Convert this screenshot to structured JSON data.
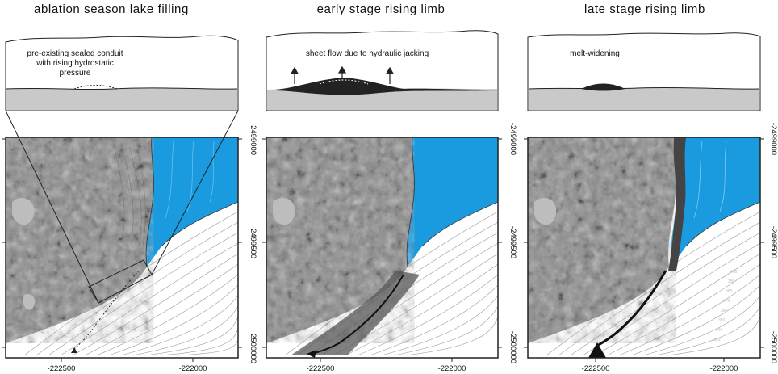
{
  "panels": [
    {
      "title": "ablation season lake filling",
      "annotation": [
        "pre-existing sealed conduit",
        "with rising hydrostatic",
        "pressure"
      ]
    },
    {
      "title": "early stage rising limb",
      "annotation": [
        "sheet flow due to hydraulic jacking"
      ]
    },
    {
      "title": "late stage rising limb",
      "annotation": [
        "melt-widening"
      ]
    }
  ],
  "axes": {
    "x_ticks": [
      "-222500",
      "-222000"
    ],
    "y_ticks": [
      "-2499000",
      "-2499500",
      "-2500000"
    ]
  },
  "contour_labels": [
    "400",
    "390",
    "380",
    "370",
    "360",
    "350",
    "340",
    "330"
  ],
  "colors": {
    "lake": "#1a9be0",
    "bed": "#c9c9c9",
    "conduit": "#222222",
    "hillshade": "#8d8d8d",
    "contour": "#9a9a9a",
    "ice": "#ffffff"
  }
}
